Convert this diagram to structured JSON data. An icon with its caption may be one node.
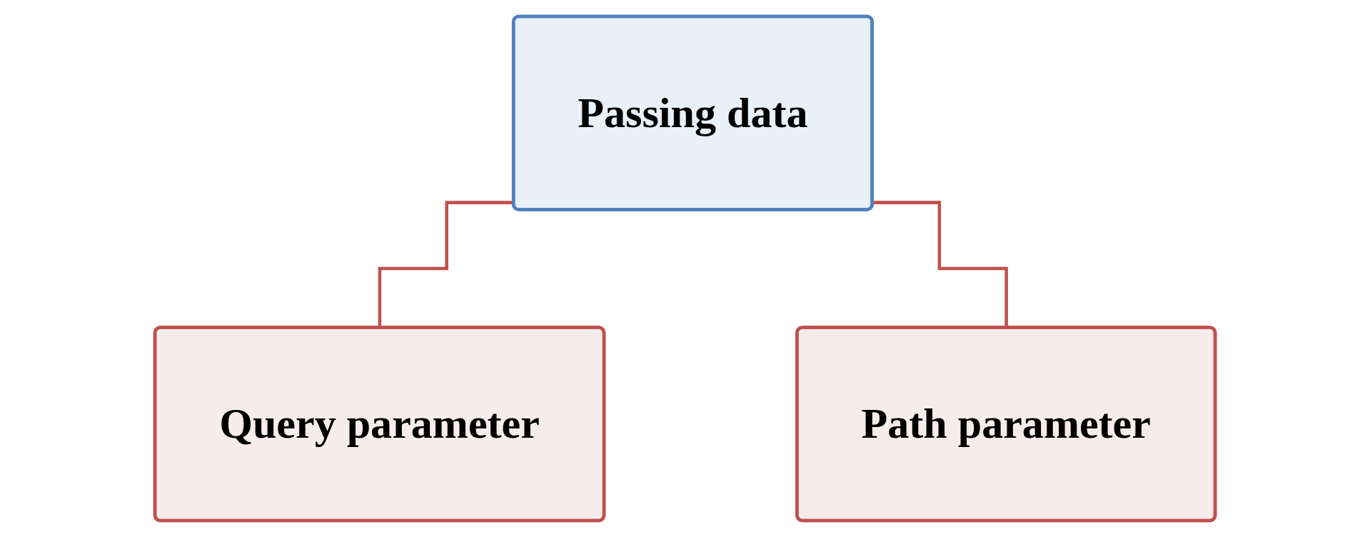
{
  "diagram": {
    "nodes": [
      {
        "text": [
          "Passing data"
        ]
      },
      {
        "text": [
          "Query parameter"
        ]
      },
      {
        "text": [
          "Path parameter"
        ]
      }
    ],
    "edges": [
      {
        "from": 0,
        "to": 1,
        "arrow": "none"
      },
      {
        "from": 0,
        "to": 2,
        "arrow": "none"
      }
    ]
  }
}
